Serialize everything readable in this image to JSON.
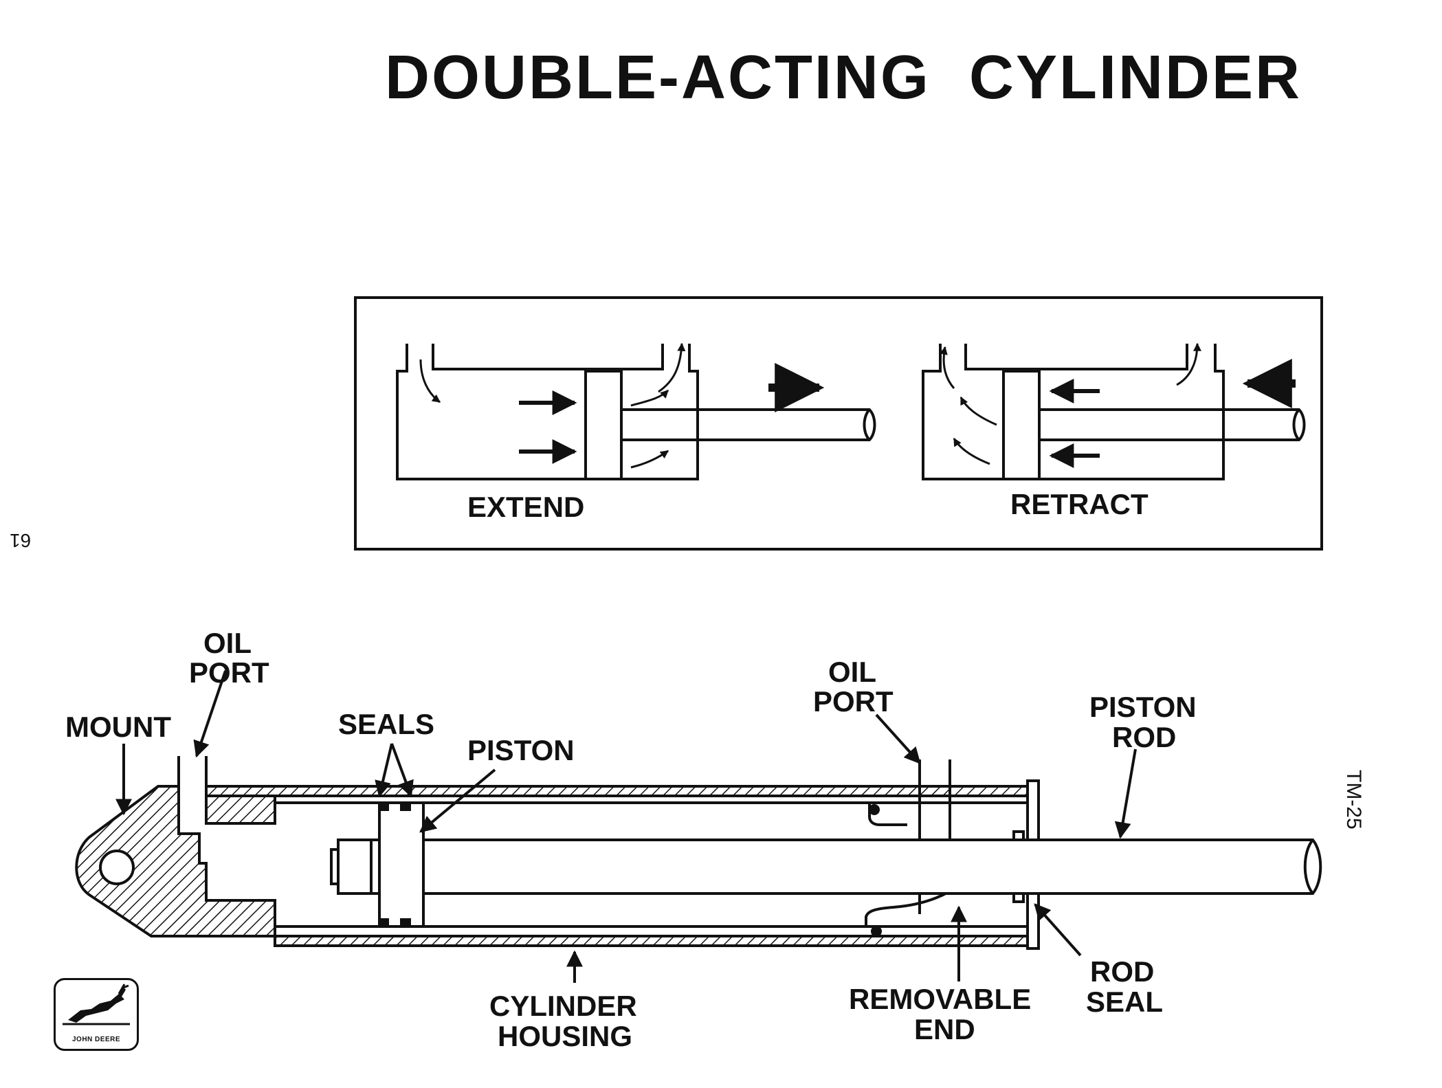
{
  "title": "DOUBLE-ACTING  CYLINDER",
  "page_number": "61",
  "doc_code": "TM-25",
  "modes": {
    "extend": "EXTEND",
    "retract": "RETRACT"
  },
  "labels": {
    "oil_port_left_1": "OIL",
    "oil_port_left_2": "PORT",
    "mount": "MOUNT",
    "seals": "SEALS",
    "piston": "PISTON",
    "oil_port_right_1": "OIL",
    "oil_port_right_2": "PORT",
    "piston_rod_1": "PISTON",
    "piston_rod_2": "ROD",
    "cylinder_housing_1": "CYLINDER",
    "cylinder_housing_2": "HOUSING",
    "removable_end_1": "REMOVABLE",
    "removable_end_2": "END",
    "rod_seal_1": "ROD",
    "rod_seal_2": "SEAL"
  },
  "logo": {
    "icon": "leaping-deer-icon",
    "text": "JOHN DEERE"
  }
}
